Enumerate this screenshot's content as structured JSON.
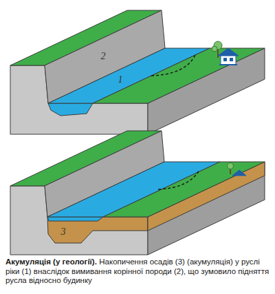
{
  "diagram": {
    "title": "Акумуляція (у геології).",
    "caption": "Накопичення осадів (3) (акумуляція) у руслі ріки (1) внаслідок вимивання корінної породи (2), що зумовило підняття русла відносно будинку",
    "labels": [
      "2",
      "1",
      "3"
    ]
  }
}
